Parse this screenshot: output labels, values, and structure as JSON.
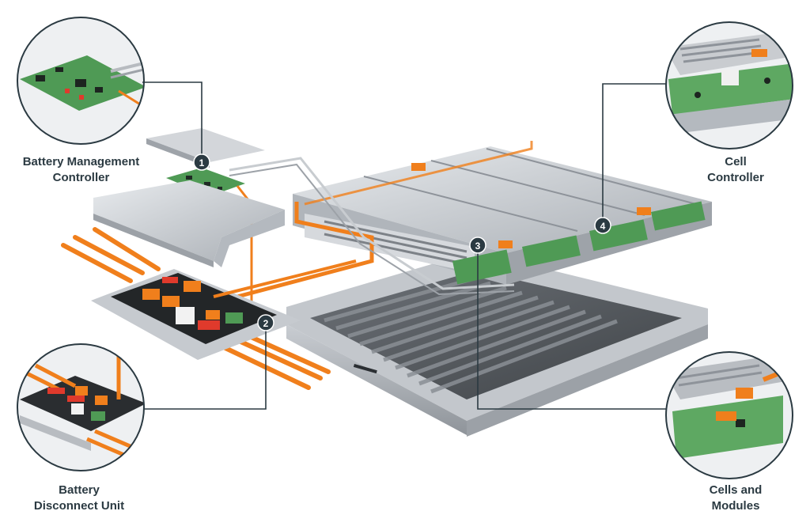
{
  "callouts": [
    {
      "number": "1",
      "label_lines": [
        "Battery Management",
        "Controller"
      ]
    },
    {
      "number": "2",
      "label_lines": [
        "Battery",
        "Disconnect Unit"
      ]
    },
    {
      "number": "3",
      "label_lines": [
        "Cells and",
        "Modules"
      ]
    },
    {
      "number": "4",
      "label_lines": [
        "Cell",
        "Controller"
      ]
    }
  ],
  "colors": {
    "leader_line": "#2b3a42",
    "marker_fill": "#2b3a42",
    "marker_text": "#ffffff",
    "harness_orange": "#f07f1c",
    "pcb_green": "#4f9a55",
    "aluminum_light": "#dfe2e5",
    "aluminum_mid": "#b8bcc1",
    "aluminum_dark": "#8d9298",
    "label_text": "#2b3a42"
  }
}
